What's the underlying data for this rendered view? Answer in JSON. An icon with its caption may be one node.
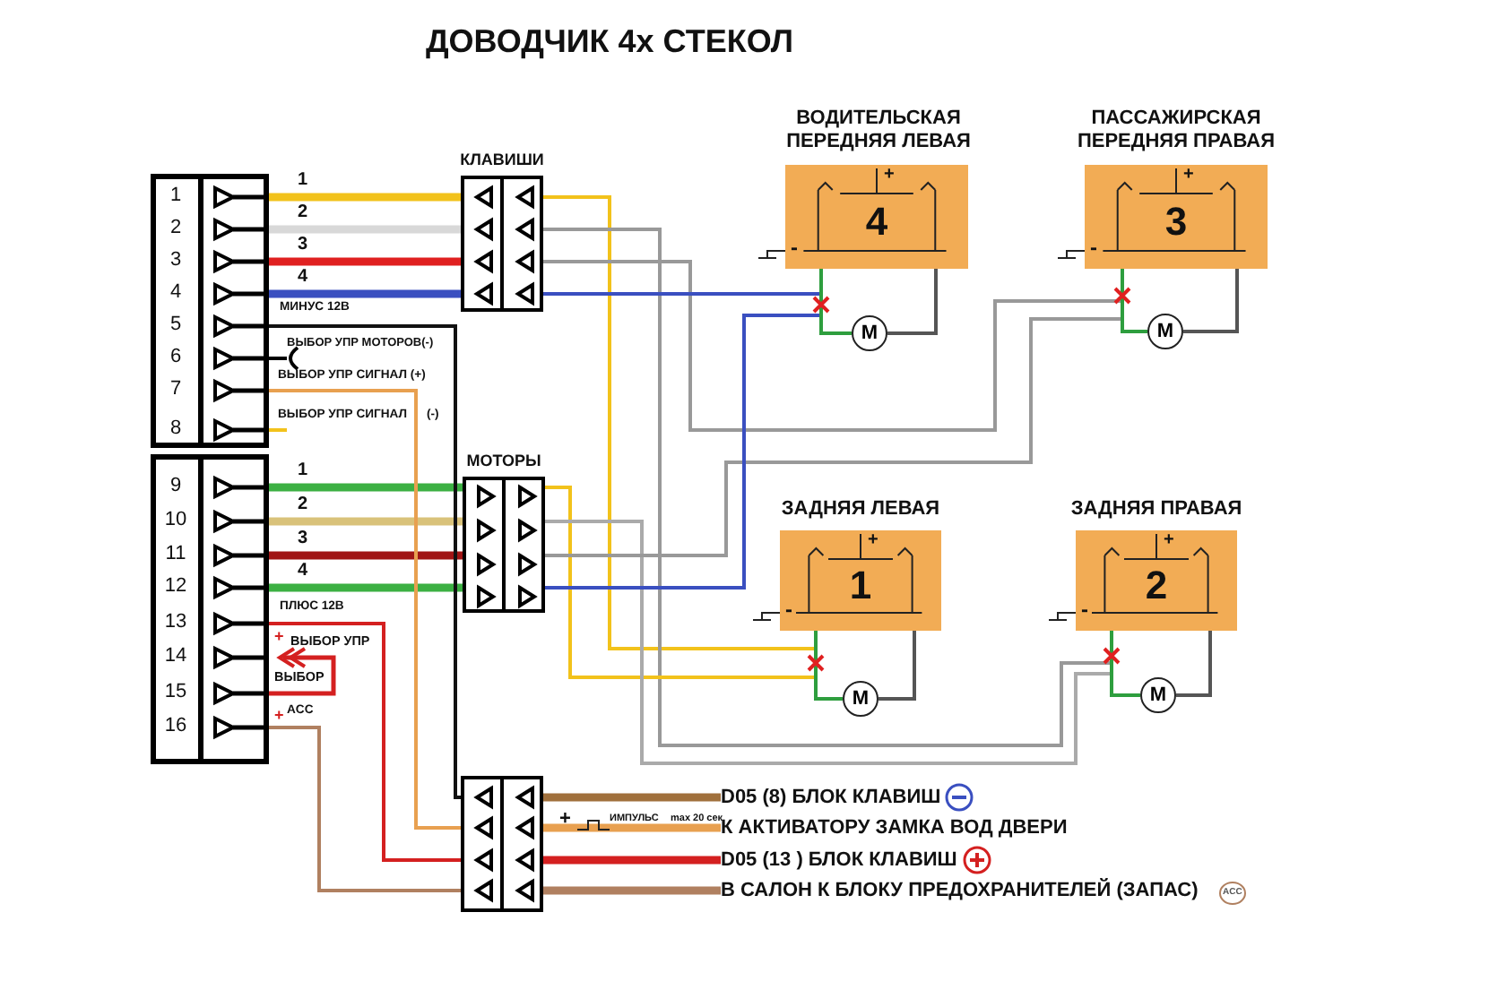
{
  "diagram": {
    "title": "ДОВОДЧИК 4х СТЕКОЛ",
    "nodes": [
      {
        "text": [],
        "shape": "box"
      },
      {
        "text": [
          "КЛАВИШИ"
        ]
      },
      {
        "text": [
          "МОТОРЫ"
        ]
      },
      {
        "text": [],
        "shape": "box"
      },
      {
        "text": [
          "ВОДИТЕЛЬСКАЯ ПЕРЕДНЯЯ ЛЕВАЯ",
          "4",
          "+",
          "-"
        ]
      },
      {
        "text": [
          "M"
        ]
      },
      {
        "text": [
          "ПАССАЖИРСКАЯ ПЕРЕДНЯЯ ПРАВАЯ",
          "3",
          "+",
          "-"
        ]
      },
      {
        "text": [
          "M"
        ]
      },
      {
        "text": [
          "ЗАДНЯЯ ЛЕВАЯ",
          "1",
          "+",
          "-"
        ]
      },
      {
        "text": [
          "M"
        ]
      },
      {
        "text": [
          "ЗАДНЯЯ ПРАВАЯ",
          "2",
          "+",
          "-"
        ]
      },
      {
        "text": [
          "M"
        ]
      },
      {
        "text": [
          "D05 (8) БЛОК КЛАВИШ"
        ]
      },
      {
        "text": [
          "К АКТИВАТОРУ ЗАМКА ВОД ДВЕРИ"
        ]
      },
      {
        "text": [
          "D05 (13 ) БЛОК КЛАВИШ"
        ]
      },
      {
        "text": [
          "В САЛОН К БЛОКУ ПРЕДОХРАНИТЕЛЕЙ (ЗАПАС)"
        ]
      }
    ],
    "edges": [
      {
        "from": 0,
        "to": 1,
        "arrow": "none",
        "label": "1",
        "style": "thick",
        "color": "#f2c21b"
      },
      {
        "from": 0,
        "to": 1,
        "arrow": "none",
        "label": "2",
        "style": "thick",
        "color": "#d8d8d8"
      },
      {
        "from": 0,
        "to": 1,
        "arrow": "none",
        "label": "3",
        "style": "thick",
        "color": "#e02020"
      },
      {
        "from": 0,
        "to": 1,
        "arrow": "none",
        "label": "4",
        "style": "thick",
        "color": "#3a4fc0"
      },
      {
        "from": 0,
        "to": 2,
        "arrow": "none",
        "label": "1",
        "style": "thick",
        "color": "#3cb043"
      },
      {
        "from": 0,
        "to": 2,
        "arrow": "none",
        "label": "2",
        "style": "thick",
        "color": "#d9c27a"
      },
      {
        "from": 0,
        "to": 2,
        "arrow": "none",
        "label": "3",
        "style": "thick",
        "color": "#a01515"
      },
      {
        "from": 0,
        "to": 2,
        "arrow": "none",
        "label": "4",
        "style": "thick",
        "color": "#3cb043"
      },
      {
        "from": 0,
        "to": 3,
        "arrow": "none",
        "label": "МИНУС 12В",
        "color": "#111111"
      },
      {
        "from": 0,
        "to": 3,
        "arrow": "none",
        "label": "ВЫБОР УПР СИГНАЛ (+)",
        "color": "#e8a050"
      },
      {
        "from": 0,
        "to": 3,
        "arrow": "none",
        "label": "ПЛЮС 12В",
        "color": "#d42020"
      },
      {
        "from": 0,
        "to": 3,
        "arrow": "none",
        "label": "ACC",
        "color": "#b08060"
      },
      {
        "from": 1,
        "to": 8,
        "arrow": "none",
        "color": "#f2c21b"
      },
      {
        "from": 1,
        "to": 10,
        "arrow": "none",
        "color": "#999999"
      },
      {
        "from": 1,
        "to": 6,
        "arrow": "none",
        "color": "#999999"
      },
      {
        "from": 1,
        "to": 4,
        "arrow": "none",
        "color": "#3a4fc0"
      },
      {
        "from": 2,
        "to": 9,
        "arrow": "none",
        "color": "#f2c21b"
      },
      {
        "from": 2,
        "to": 11,
        "arrow": "none",
        "color": "#aaaaaa"
      },
      {
        "from": 2,
        "to": 7,
        "arrow": "none",
        "color": "#999999"
      },
      {
        "from": 2,
        "to": 5,
        "arrow": "none",
        "color": "#3a4fc0"
      },
      {
        "from": 4,
        "to": 5,
        "arrow": "none",
        "color": "#2e9e3e"
      },
      {
        "from": 4,
        "to": 5,
        "arrow": "none",
        "color": "#555555"
      },
      {
        "from": 6,
        "to": 7,
        "arrow": "none",
        "color": "#2e9e3e"
      },
      {
        "from": 6,
        "to": 7,
        "arrow": "none",
        "color": "#555555"
      },
      {
        "from": 8,
        "to": 9,
        "arrow": "none",
        "color": "#2e9e3e"
      },
      {
        "from": 8,
        "to": 9,
        "arrow": "none",
        "color": "#555555"
      },
      {
        "from": 10,
        "to": 11,
        "arrow": "none",
        "color": "#2e9e3e"
      },
      {
        "from": 10,
        "to": 11,
        "arrow": "none",
        "color": "#555555"
      },
      {
        "from": 3,
        "to": 12,
        "arrow": "none",
        "style": "thick",
        "color": "#a0703c"
      },
      {
        "from": 3,
        "to": 13,
        "arrow": "none",
        "style": "thick",
        "color": "#e8a050"
      },
      {
        "from": 3,
        "to": 14,
        "arrow": "none",
        "style": "thick",
        "color": "#d42020"
      },
      {
        "from": 3,
        "to": 15,
        "arrow": "none",
        "style": "thick",
        "color": "#b08060"
      }
    ],
    "labels": [
      "1",
      "2",
      "3",
      "4",
      "5",
      "6",
      "7",
      "8",
      "9",
      "10",
      "11",
      "12",
      "13",
      "14",
      "15",
      "16",
      "ВЫБОР УПР МОТОРОВ(-)",
      "ВЫБОР УПР СИГНАЛ",
      "(-)",
      "+",
      "ВЫБОР УПР",
      "ВЫБОР",
      "+",
      "+",
      "ИМПУЛЬС",
      "max 20 сек",
      "ACC"
    ]
  }
}
